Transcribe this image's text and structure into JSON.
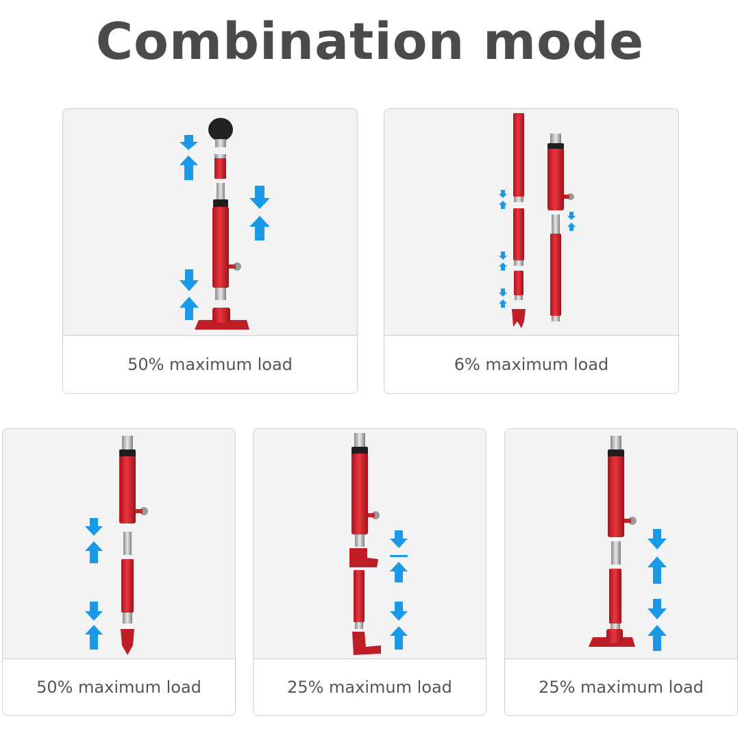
{
  "title": "Combination mode",
  "colors": {
    "tube": "#d9232d",
    "steel": "#b8b8b8",
    "arrow": "#1a9ae6",
    "border": "#cfcfcf"
  },
  "cards": [
    {
      "caption": "50% maximum load"
    },
    {
      "caption": "6% maximum load"
    },
    {
      "caption": "50% maximum load"
    },
    {
      "caption": "25% maximum load"
    },
    {
      "caption": "25% maximum load"
    }
  ]
}
